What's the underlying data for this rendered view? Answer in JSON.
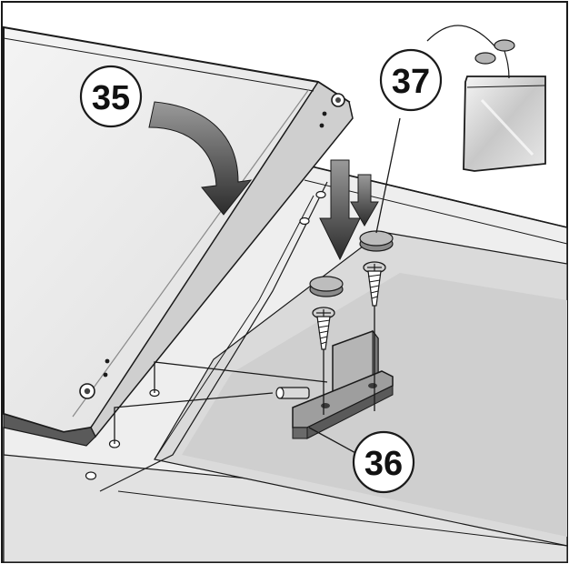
{
  "figure": {
    "callouts": [
      {
        "id": "lid",
        "label": "35"
      },
      {
        "id": "hinge-bracket",
        "label": "36"
      },
      {
        "id": "screw-caps",
        "label": "37"
      }
    ],
    "colors": {
      "background": "#ffffff",
      "outline": "#1a1a1a",
      "panel_light": "#ececec",
      "panel_mid": "#d9d9d9",
      "panel_dark": "#8a8a8a",
      "arrow": "#3a3a3a",
      "part_gray": "#9a9a9a"
    }
  }
}
